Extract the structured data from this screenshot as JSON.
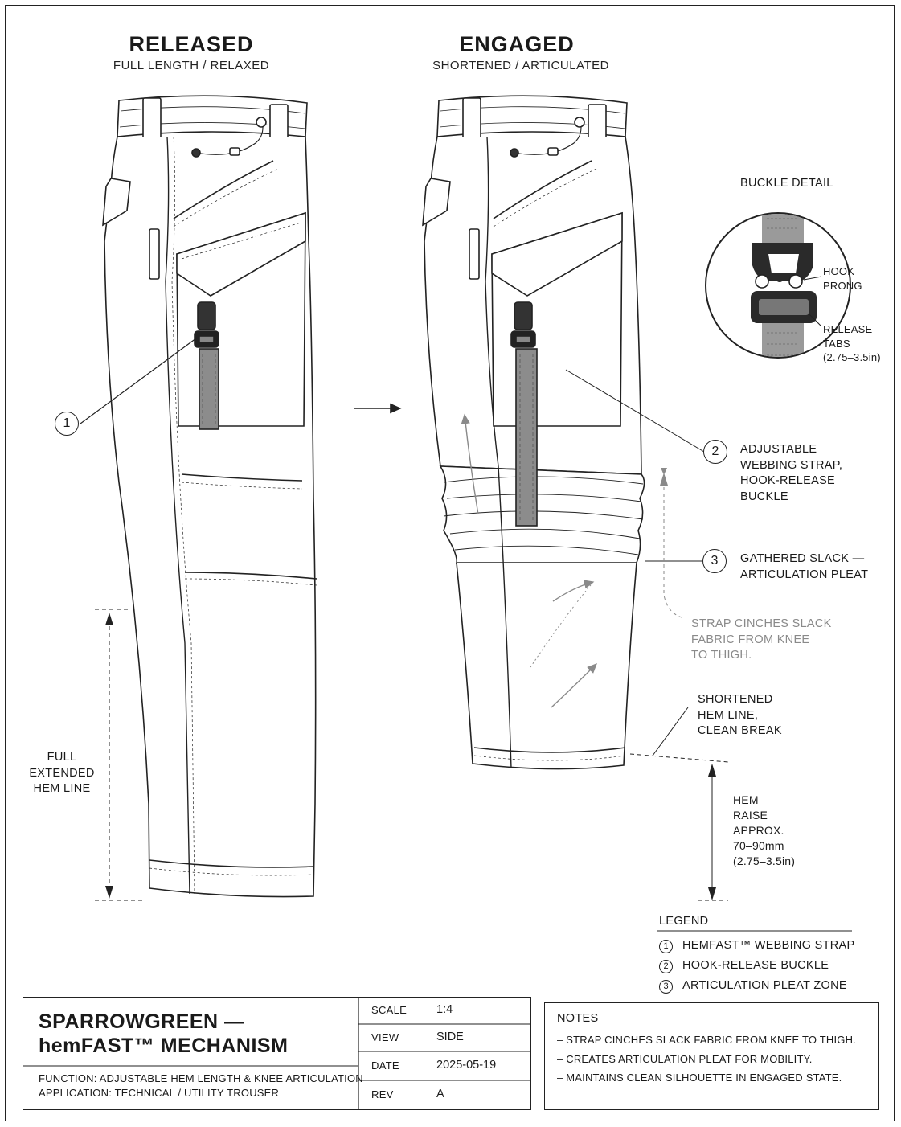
{
  "views": {
    "released": {
      "title": "RELEASED",
      "subtitle": "FULL LENGTH / RELAXED"
    },
    "engaged": {
      "title": "ENGAGED",
      "subtitle": "SHORTENED / ARTICULATED"
    }
  },
  "buckle_detail": {
    "title": "BUCKLE DETAIL",
    "hook_prong": [
      "HOOK",
      "PRONG"
    ],
    "release_tabs": [
      "RELEASE",
      "TABS",
      "(2.75–3.5in)"
    ]
  },
  "callouts": {
    "c1": {
      "num": "1"
    },
    "c2": {
      "num": "2",
      "lines": [
        "ADJUSTABLE",
        "WEBBING STRAP,",
        "HOOK-RELEASE",
        "BUCKLE"
      ]
    },
    "c3": {
      "num": "3",
      "lines": [
        "GATHERED SLACK —",
        "ARTICULATION PLEAT"
      ]
    }
  },
  "annotations": {
    "strap_cinches": [
      "STRAP CINCHES SLACK",
      "FABRIC FROM KNEE",
      "TO THIGH."
    ],
    "shortened_hem": [
      "SHORTENED",
      "HEM LINE,",
      "CLEAN BREAK"
    ],
    "full_hem": [
      "FULL",
      "EXTENDED",
      "HEM LINE"
    ],
    "hem_raise": [
      "HEM",
      "RAISE",
      "APPROX.",
      "70–90mm",
      "(2.75–3.5in)"
    ]
  },
  "legend": {
    "title": "LEGEND",
    "items": [
      {
        "num": "1",
        "label": "HEMFAST™ WEBBING STRAP"
      },
      {
        "num": "2",
        "label": "HOOK-RELEASE BUCKLE"
      },
      {
        "num": "3",
        "label": "ARTICULATION PLEAT ZONE"
      }
    ]
  },
  "title_block": {
    "title_line1": "SPARROWGREEN —",
    "title_line2": "hemFAST™ MECHANISM",
    "function": "FUNCTION: ADJUSTABLE HEM LENGTH & KNEE ARTICULATION",
    "application": "APPLICATION: TECHNICAL / UTILITY TROUSER",
    "fields": [
      {
        "key": "SCALE",
        "value": "1:4"
      },
      {
        "key": "VIEW",
        "value": "SIDE"
      },
      {
        "key": "DATE",
        "value": "2025-05-19"
      },
      {
        "key": "REV",
        "value": "A"
      }
    ]
  },
  "notes": {
    "title": "NOTES",
    "items": [
      "– STRAP CINCHES SLACK FABRIC FROM KNEE TO THIGH.",
      "– CREATES ARTICULATION PLEAT FOR MOBILITY.",
      "– MAINTAINS CLEAN SILHOUETTE IN ENGAGED STATE."
    ]
  },
  "colors": {
    "ink": "#1a1a1a",
    "webbing": "#8c8c8c",
    "annotation_grey": "#8a8a8a"
  }
}
